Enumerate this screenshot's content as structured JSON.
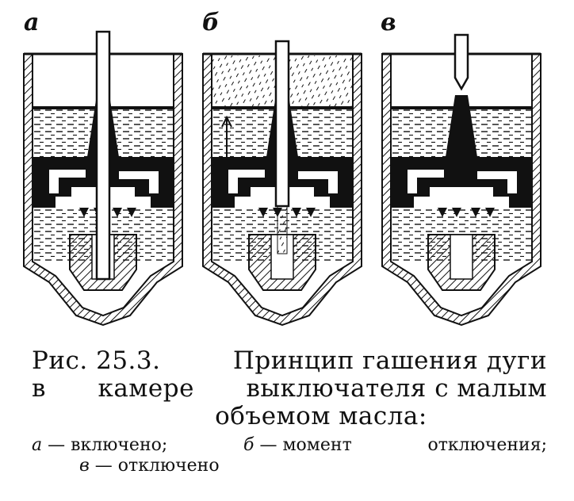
{
  "panels": [
    {
      "label": "а",
      "state": "closed"
    },
    {
      "label": "б",
      "state": "opening"
    },
    {
      "label": "в",
      "state": "open"
    }
  ],
  "caption": {
    "line1_a": "Рис. 25.3.",
    "line1_b": "Принцип гашения дуги",
    "line2_a": "в",
    "line2_b": "камере",
    "line2_c": "выключателя с малым",
    "line3": "объемом масла:"
  },
  "legend": [
    {
      "letter": "а",
      "text": " — включено;"
    },
    {
      "letter": "б",
      "text": " — момент"
    },
    {
      "letter": "",
      "text": "отключения;"
    },
    {
      "letter": "в",
      "text": " — отключено"
    }
  ],
  "colors": {
    "ink": "#111111",
    "paper": "#ffffff"
  }
}
